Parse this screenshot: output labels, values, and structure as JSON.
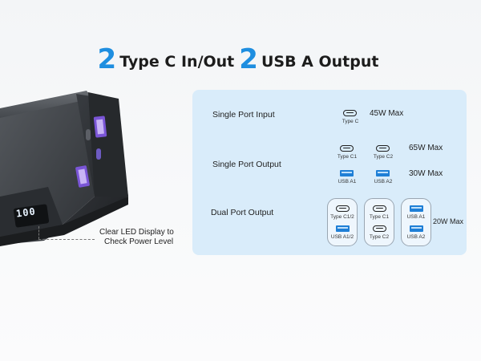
{
  "headline": {
    "num1": "2",
    "text1": "Type C In/Out",
    "num2": "2",
    "text2": "USB A Output"
  },
  "device": {
    "led_value": "100"
  },
  "annotation": {
    "line1": "Clear LED Display to",
    "line2": "Check Power Level"
  },
  "panel": {
    "single_input": {
      "label": "Single Port Input",
      "port": "Type C",
      "max": "45W Max"
    },
    "single_output": {
      "label": "Single Port Output",
      "c_ports": [
        "Type C1",
        "Type C2"
      ],
      "c_max": "65W Max",
      "a_ports": [
        "USB A1",
        "USB A2"
      ],
      "a_max": "30W Max"
    },
    "dual_output": {
      "label": "Dual Port Output",
      "groups": [
        {
          "top": "Type C1/2",
          "bottom": "USB A1/2"
        },
        {
          "top": "Type C1",
          "bottom": "Type C2"
        },
        {
          "top": "USB A1",
          "bottom": "USB A2"
        }
      ],
      "max": "20W Max"
    }
  },
  "colors": {
    "accent": "#1e8ee0",
    "panel_bg": "#d9ecfa",
    "usb_a_blue": "#1f7fd6"
  }
}
